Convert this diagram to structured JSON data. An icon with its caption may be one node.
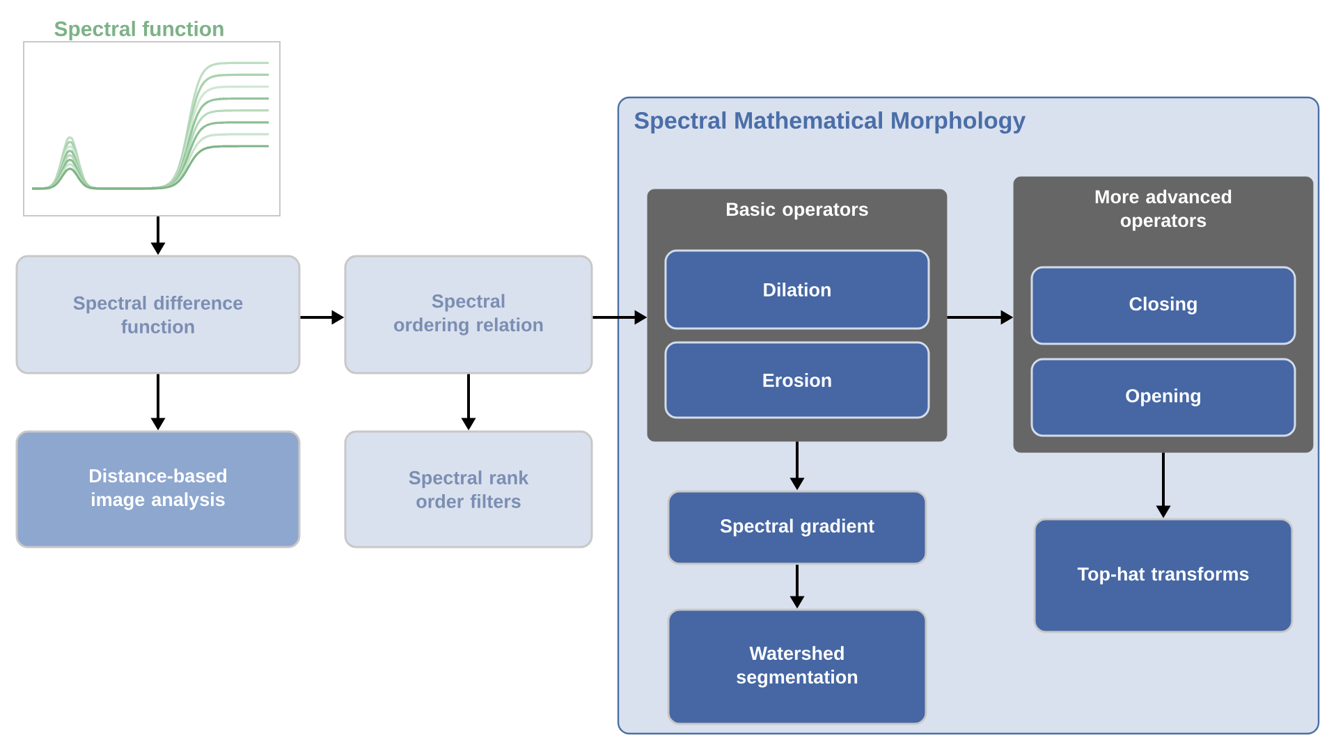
{
  "diagram": {
    "nodes": [
      {
        "text": [
          "Spectral function"
        ]
      },
      {
        "text": [
          "Spectral difference function"
        ]
      },
      {
        "text": [
          "Spectral ordering relation"
        ]
      },
      {
        "text": [
          "Distance-based image analysis"
        ]
      },
      {
        "text": [
          "Spectral rank order filters"
        ]
      },
      {
        "text": [
          "Spectral Mathematical Morphology"
        ]
      },
      {
        "text": [
          "Basic  operators"
        ],
        "in": 5
      },
      {
        "text": [
          "Dilation"
        ],
        "in": 6
      },
      {
        "text": [
          "Erosion"
        ],
        "in": 6
      },
      {
        "text": [
          "More advanced operators"
        ],
        "in": 5
      },
      {
        "text": [
          "Closing"
        ],
        "in": 9
      },
      {
        "text": [
          "Opening"
        ],
        "in": 9
      },
      {
        "text": [
          "Spectral gradient"
        ],
        "in": 5
      },
      {
        "text": [
          "Watershed segmentation"
        ],
        "in": 5
      },
      {
        "text": [
          "Top-hat transforms"
        ],
        "in": 5
      }
    ],
    "edges": [
      {
        "from": 0,
        "to": 1,
        "arrow": "to"
      },
      {
        "from": 1,
        "to": 2,
        "arrow": "to"
      },
      {
        "from": 1,
        "to": 3,
        "arrow": "to"
      },
      {
        "from": 2,
        "to": 4,
        "arrow": "to"
      },
      {
        "from": 2,
        "to": 6,
        "arrow": "to"
      },
      {
        "from": 6,
        "to": 9,
        "arrow": "to"
      },
      {
        "from": 6,
        "to": 12,
        "arrow": "to"
      },
      {
        "from": 12,
        "to": 13,
        "arrow": "to"
      },
      {
        "from": 9,
        "to": 14,
        "arrow": "to"
      }
    ]
  }
}
